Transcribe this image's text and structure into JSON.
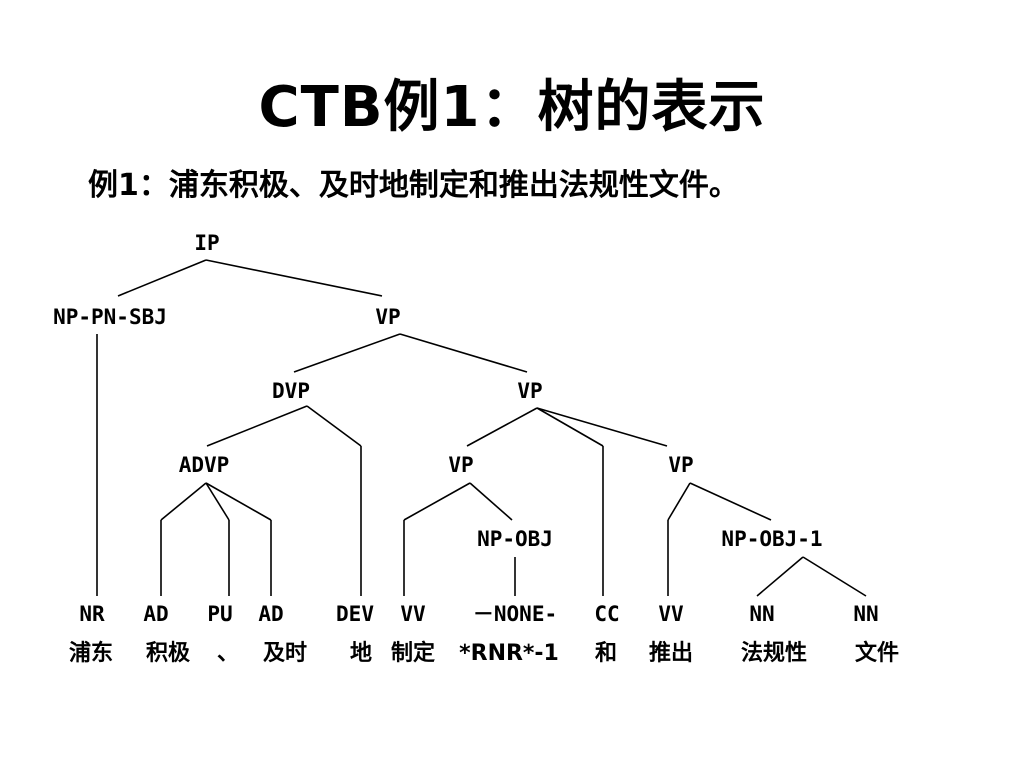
{
  "slide": {
    "title": "CTB例1：树的表示",
    "example": "例1：浦东积极、及时地制定和推出法规性文件。"
  },
  "tree": {
    "nodes": {
      "ip": "IP",
      "np_pn_sbj": "NP-PN-SBJ",
      "vp_top": "VP",
      "dvp": "DVP",
      "vp_mid": "VP",
      "advp": "ADVP",
      "vp_left": "VP",
      "vp_right": "VP",
      "np_obj": "NP-OBJ",
      "np_obj_1": "NP-OBJ-1"
    },
    "pos_tags": [
      "NR",
      "AD",
      "PU",
      "AD",
      "DEV",
      "VV",
      "－NONE-",
      "CC",
      "VV",
      "NN",
      "NN"
    ],
    "words": [
      "浦东",
      "积极",
      "、",
      "及时",
      "地",
      "制定",
      "*RNR*-1",
      "和",
      "推出",
      "法规性",
      "文件"
    ]
  }
}
